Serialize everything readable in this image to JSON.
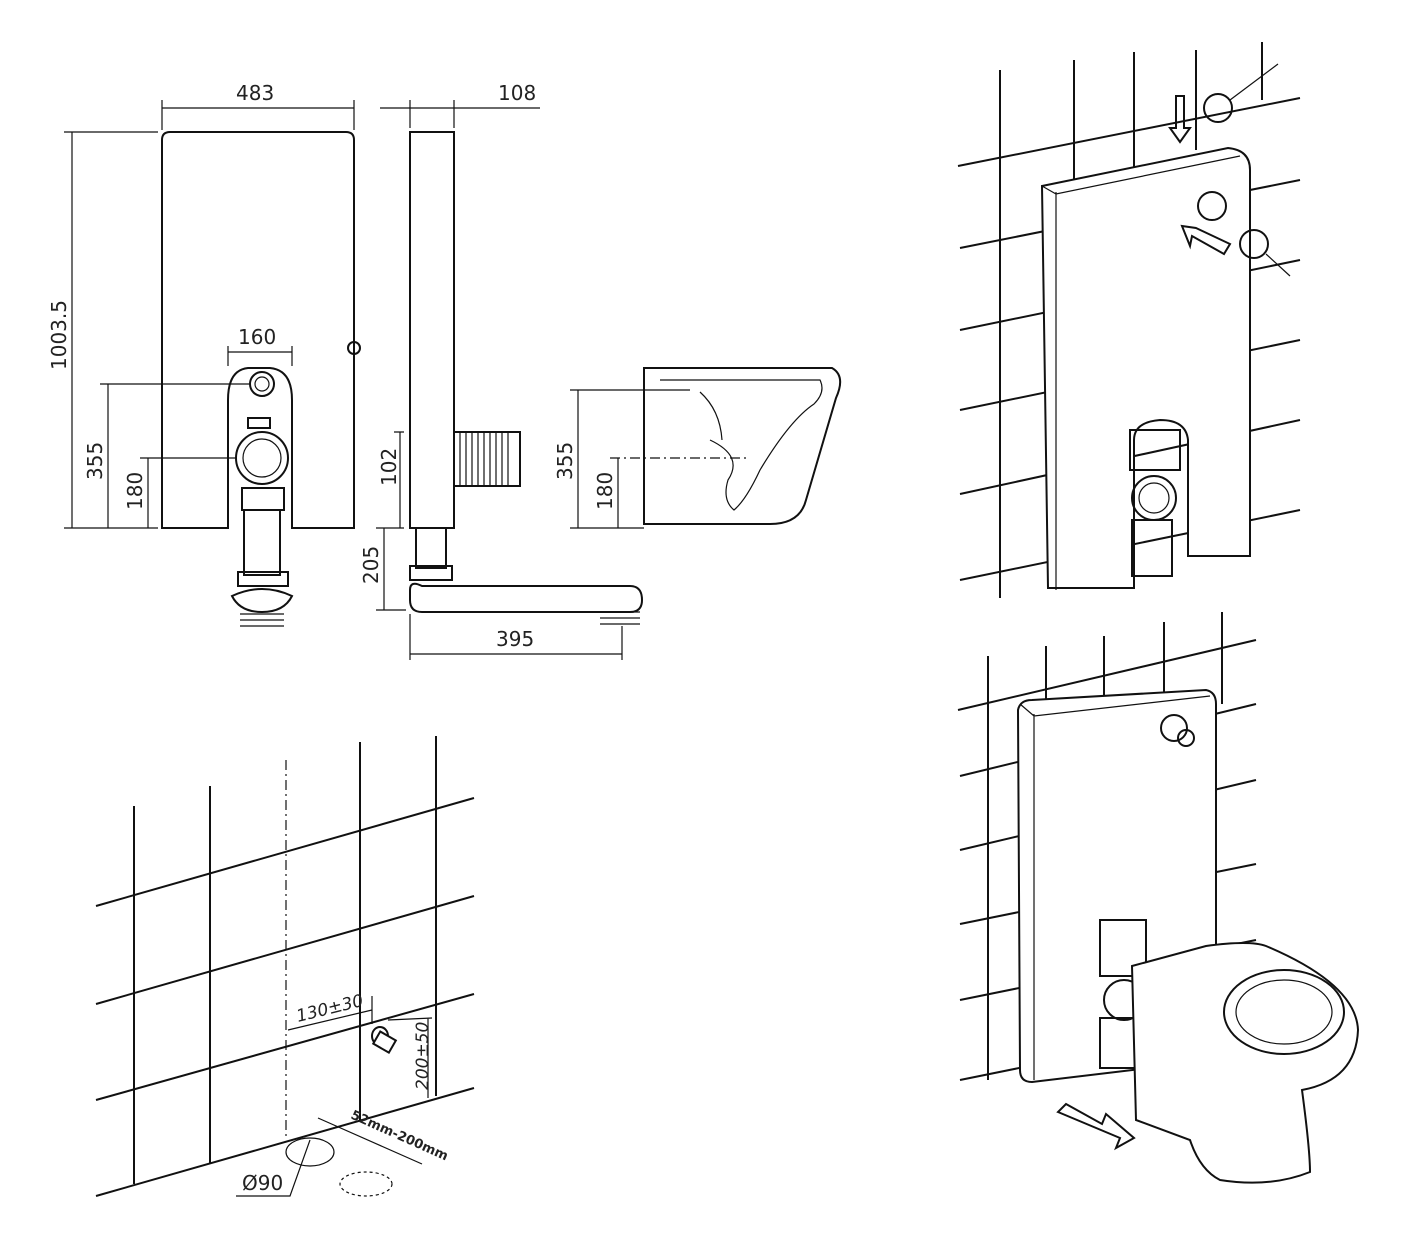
{
  "front_view": {
    "width": "483",
    "height": "1003.5",
    "outlet_width": "160",
    "inlet_height": "355",
    "outlet_height": "180"
  },
  "side_view": {
    "depth": "108",
    "pipe_height": "102",
    "bottom_height": "205",
    "pipe_length": "395"
  },
  "bowl_view": {
    "inlet_height": "355",
    "outlet_height": "180"
  },
  "floor_plan": {
    "horizontal_offset": "130±30",
    "valve_height": "200±50",
    "drain_range": "52mm-200mm",
    "drain_diameter": "Ø90"
  }
}
